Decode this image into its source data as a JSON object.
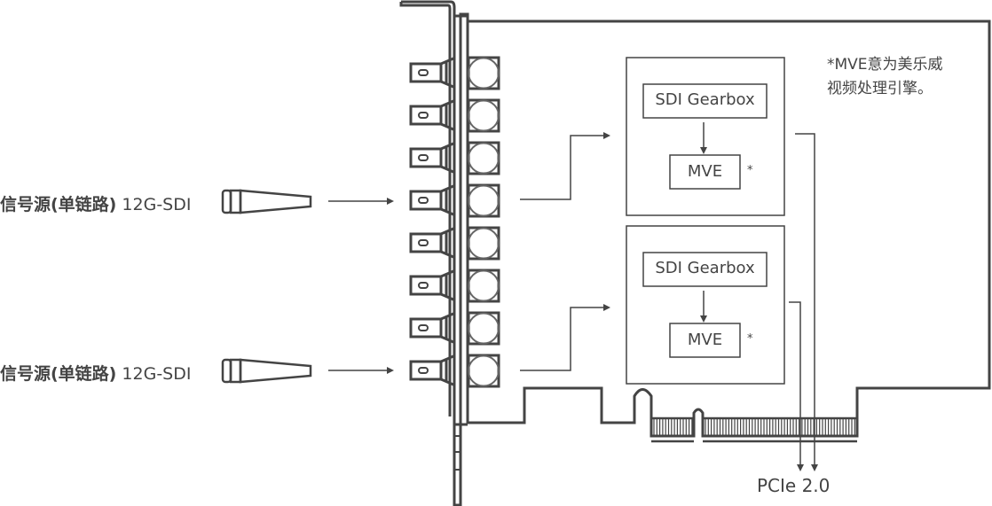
{
  "diagram": {
    "title": "",
    "sources": [
      {
        "label_cn": "信号源(单链路)",
        "label_en": "12G-SDI"
      },
      {
        "label_cn": "信号源(单链路)",
        "label_en": "12G-SDI"
      }
    ],
    "processing_blocks": [
      {
        "gearbox_label": "SDI Gearbox",
        "engine_label": "MVE",
        "asterisk": "*"
      },
      {
        "gearbox_label": "SDI Gearbox",
        "engine_label": "MVE",
        "asterisk": "*"
      }
    ],
    "footnote": {
      "line1": "*MVE意为美乐威",
      "line2": "视频处理引擎。"
    },
    "bus_label": "PCIe 2.0",
    "bnc_port_count": 8,
    "stroke_color": "#444444"
  }
}
